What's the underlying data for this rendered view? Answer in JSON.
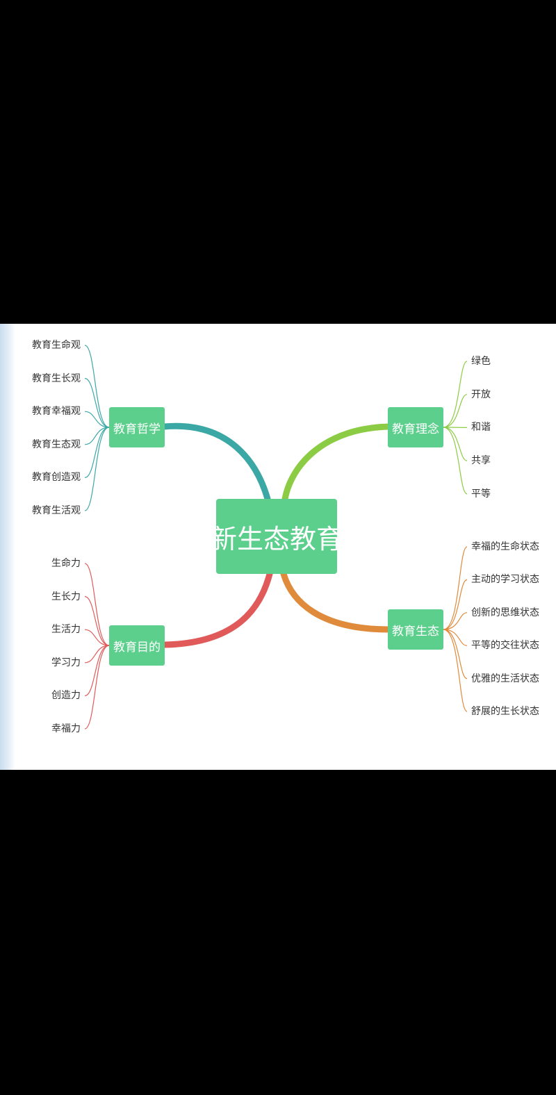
{
  "diagram": {
    "center": {
      "label": "新生态教育",
      "color": "#5ccf8c"
    },
    "branches": [
      {
        "id": "philosophy",
        "label": "教育哲学",
        "side": "left",
        "line_color": "#3ba8a6",
        "leaves": [
          "教育生命观",
          "教育生长观",
          "教育幸福观",
          "教育生态观",
          "教育创造观",
          "教育生活观"
        ]
      },
      {
        "id": "concept",
        "label": "教育理念",
        "side": "right",
        "line_color": "#8ccc45",
        "leaves": [
          "绿色",
          "开放",
          "和谐",
          "共享",
          "平等"
        ]
      },
      {
        "id": "goal",
        "label": "教育目的",
        "side": "left",
        "line_color": "#e05a5a",
        "leaves": [
          "生命力",
          "生长力",
          "生活力",
          "学习力",
          "创造力",
          "幸福力"
        ]
      },
      {
        "id": "ecology",
        "label": "教育生态",
        "side": "right",
        "line_color": "#e08a3c",
        "leaves": [
          "幸福的生命状态",
          "主动的学习状态",
          "创新的思维状态",
          "平等的交往状态",
          "优雅的生活状态",
          "舒展的生长状态"
        ]
      }
    ]
  }
}
